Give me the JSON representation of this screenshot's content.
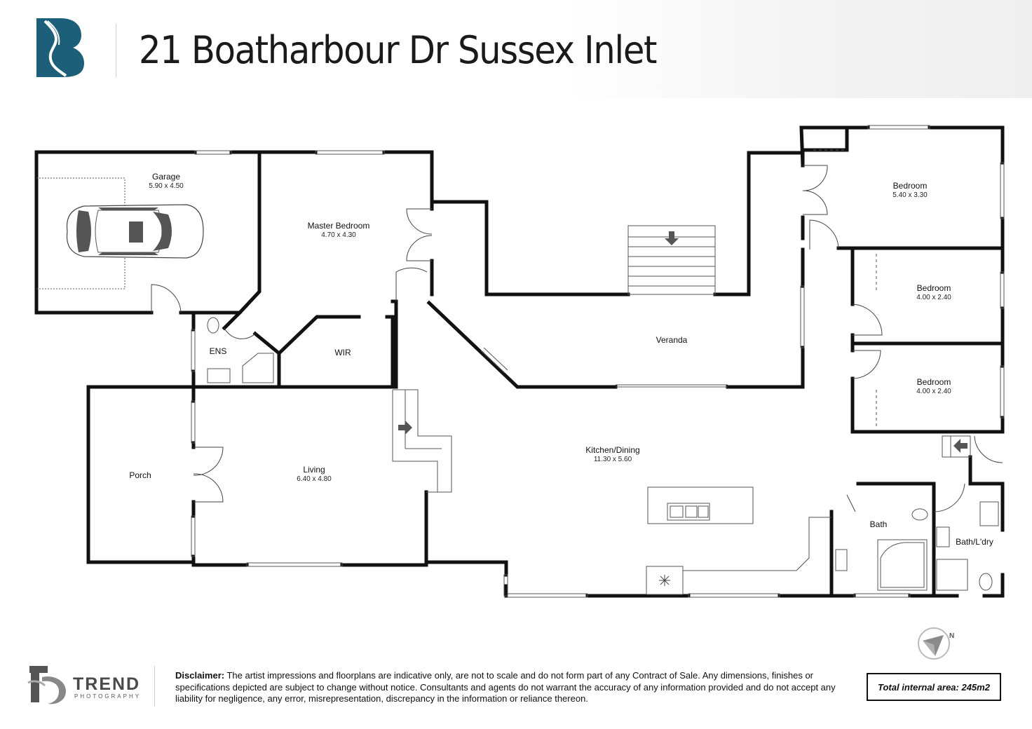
{
  "header": {
    "title": "21 Boatharbour Dr Sussex Inlet"
  },
  "rooms": {
    "garage": {
      "name": "Garage",
      "dims": "5.90 x 4.50"
    },
    "master": {
      "name": "Master Bedroom",
      "dims": "4.70 x 4.30"
    },
    "ens": {
      "name": "ENS"
    },
    "wir": {
      "name": "WIR"
    },
    "porch": {
      "name": "Porch"
    },
    "living": {
      "name": "Living",
      "dims": "6.40 x 4.80"
    },
    "veranda": {
      "name": "Veranda"
    },
    "kitchen": {
      "name": "Kitchen/Dining",
      "dims": "11.30 x 5.60"
    },
    "bed1": {
      "name": "Bedroom",
      "dims": "5.40 x 3.30"
    },
    "bed2": {
      "name": "Bedroom",
      "dims": "4.00 x 2.40"
    },
    "bed3": {
      "name": "Bedroom",
      "dims": "4.00 x 2.40"
    },
    "bath": {
      "name": "Bath"
    },
    "bathldry": {
      "name": "Bath/L'dry"
    }
  },
  "footer": {
    "brand": "TREND",
    "brand_sub": "PHOTOGRAPHY",
    "disclaimer_label": "Disclaimer:",
    "disclaimer_text": " The artist impressions and floorplans are indicative only, are not to scale and do not form part of any Contract of Sale. Any dimensions, finishes or specifications depicted are subject to change without notice. Consultants and agents do not warrant the accuracy of any information provided and do not accept any liability for negligence, any error, misrepresentation, discrepancy in the information or reliance thereon.",
    "total_area": "Total internal area: 245m2"
  },
  "compass": {
    "north_label": "N"
  },
  "colors": {
    "brand_teal": "#1c5f78",
    "wall": "#111111"
  },
  "icons": [
    "logo-b-icon",
    "car-icon",
    "arrow-down-icon",
    "arrow-right-icon",
    "arrow-left-icon",
    "compass-icon",
    "trend-logo-icon"
  ]
}
